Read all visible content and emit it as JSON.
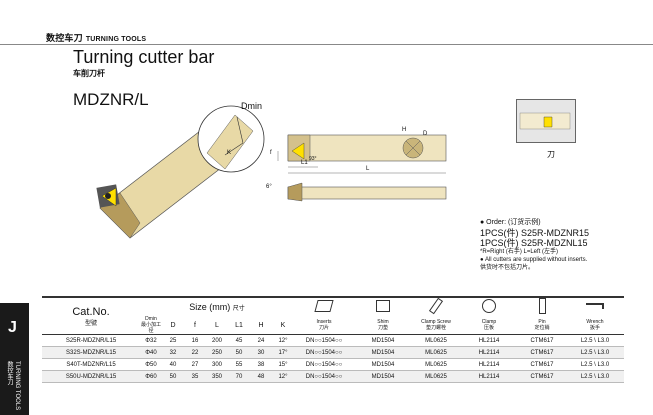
{
  "header": {
    "zh": "数控车刀",
    "en": "TURNING TOOLS"
  },
  "title": "Turning cutter bar",
  "subtitle": "车削刀杆",
  "model": "MDZNR/L",
  "side_tab": {
    "letter": "J",
    "text": "TURNING TOOLS 数控车刀"
  },
  "diagram_labels": {
    "dmin": "Dmin",
    "k": "K",
    "h": "H",
    "d": "D",
    "l": "L",
    "l1": "L1",
    "f": "f",
    "angle": "6°",
    "angle2": "93°",
    "turn_label": "刀"
  },
  "order": {
    "heading": "● Order: (订货示例)",
    "line1": "1PCS(件) S25R-MDZNR15",
    "line2": "1PCS(件) S25R-MDZNL15",
    "line3": "*R=Right (右手)   L=Left (左手)",
    "note1": "● All cutters are supplied without inserts.",
    "note2": "供货时不包括刀片。"
  },
  "table": {
    "cat_label": "Cat.No.",
    "cat_label_zh": "型號",
    "size_label": "Size (mm)",
    "size_label_zh": "尺寸",
    "dmin_label": "Dmin",
    "dmin_label_zh": "最小加工径",
    "cols": [
      "D",
      "f",
      "L",
      "L1",
      "H",
      "K"
    ],
    "inserts": {
      "en": "Inserts",
      "zh": "刀片"
    },
    "shim": {
      "en": "Shim",
      "zh": "刀垫"
    },
    "clamp_screw": {
      "en": "Clamp Screw",
      "zh": "垫刀螺栓"
    },
    "clamp": {
      "en": "Clamp",
      "zh": "压板"
    },
    "pin": {
      "en": "Pin",
      "zh": "定位销"
    },
    "wrench": {
      "en": "Wrench",
      "zh": "扳手"
    },
    "rows": [
      {
        "cat": "S25R-MDZNR/L15",
        "dmin": "Φ32",
        "d": "25",
        "f": "16",
        "l": "200",
        "l1": "45",
        "h": "24",
        "k": "12°",
        "insert": "DN○○1504○○",
        "shim": "MD1504",
        "screw": "ML0625",
        "clamp": "HL2114",
        "pin": "CTM617",
        "wrench": "L2.5 \\ L3.0"
      },
      {
        "cat": "S32S-MDZNR/L15",
        "dmin": "Φ40",
        "d": "32",
        "f": "22",
        "l": "250",
        "l1": "50",
        "h": "30",
        "k": "17°",
        "insert": "DN○○1504○○",
        "shim": "MD1504",
        "screw": "ML0625",
        "clamp": "HL2114",
        "pin": "CTM617",
        "wrench": "L2.5 \\ L3.0"
      },
      {
        "cat": "S40T-MDZNR/L15",
        "dmin": "Φ50",
        "d": "40",
        "f": "27",
        "l": "300",
        "l1": "55",
        "h": "38",
        "k": "15°",
        "insert": "DN○○1504○○",
        "shim": "MD1504",
        "screw": "ML0625",
        "clamp": "HL2114",
        "pin": "CTM617",
        "wrench": "L2.5 \\ L3.0"
      },
      {
        "cat": "S50U-MDZNR/L15",
        "dmin": "Φ60",
        "d": "50",
        "f": "35",
        "l": "350",
        "l1": "70",
        "h": "48",
        "k": "12°",
        "insert": "DN○○1504○○",
        "shim": "MD1504",
        "screw": "ML0625",
        "clamp": "HL2114",
        "pin": "CTM617",
        "wrench": "L2.5 \\ L3.0"
      }
    ]
  }
}
